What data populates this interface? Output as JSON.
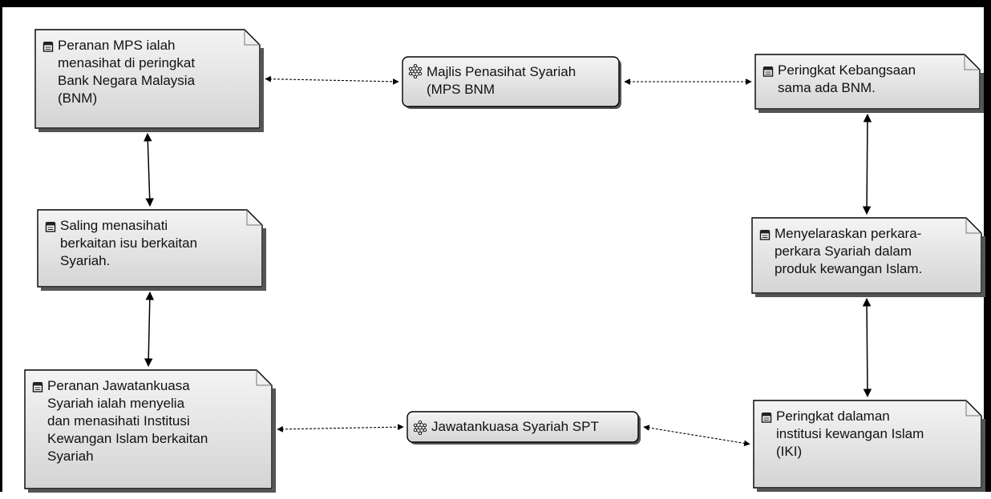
{
  "nodes": {
    "mps_role": {
      "icon": "memo-icon",
      "text": "Peranan MPS ialah\nmenasihat di peringkat\nBank Negara Malaysia\n(BNM)"
    },
    "mps_bnm": {
      "icon": "network-icon",
      "text": "Majlis Penasihat Syariah\n(MPS BNM"
    },
    "national_level": {
      "icon": "memo-icon",
      "text": "Peringkat Kebangsaan\nsama ada BNM."
    },
    "mutual_advice": {
      "icon": "memo-icon",
      "text": "Saling menasihati\nberkaitan isu berkaitan\nSyariah."
    },
    "harmonise": {
      "icon": "memo-icon",
      "text": "Menyelaraskan perkara-\nperkara Syariah dalam\nproduk kewangan Islam."
    },
    "committee_role": {
      "icon": "memo-icon",
      "text": "Peranan Jawatankuasa\nSyariah ialah menyelia\ndan menasihati Institusi\nKewangan Islam berkaitan\nSyariah"
    },
    "committee_spt": {
      "icon": "network-icon",
      "text": "Jawatankuasa Syariah SPT"
    },
    "internal_level": {
      "icon": "memo-icon",
      "text": "Peringkat dalaman\ninstitusi kewangan Islam\n(IKI)"
    }
  },
  "links": [
    {
      "from": "mps_role",
      "to": "mps_bnm",
      "style": "dashed"
    },
    {
      "from": "mps_bnm",
      "to": "national_level",
      "style": "dashed"
    },
    {
      "from": "mps_role",
      "to": "mutual_advice",
      "style": "solid"
    },
    {
      "from": "mutual_advice",
      "to": "committee_role",
      "style": "solid"
    },
    {
      "from": "national_level",
      "to": "harmonise",
      "style": "solid"
    },
    {
      "from": "harmonise",
      "to": "internal_level",
      "style": "solid"
    },
    {
      "from": "committee_role",
      "to": "committee_spt",
      "style": "dashed"
    },
    {
      "from": "committee_spt",
      "to": "internal_level",
      "style": "dashed"
    }
  ],
  "colors": {
    "node_fill_top": "#f4f4f4",
    "node_fill_bottom": "#d4d4d4",
    "line": "#000000"
  }
}
